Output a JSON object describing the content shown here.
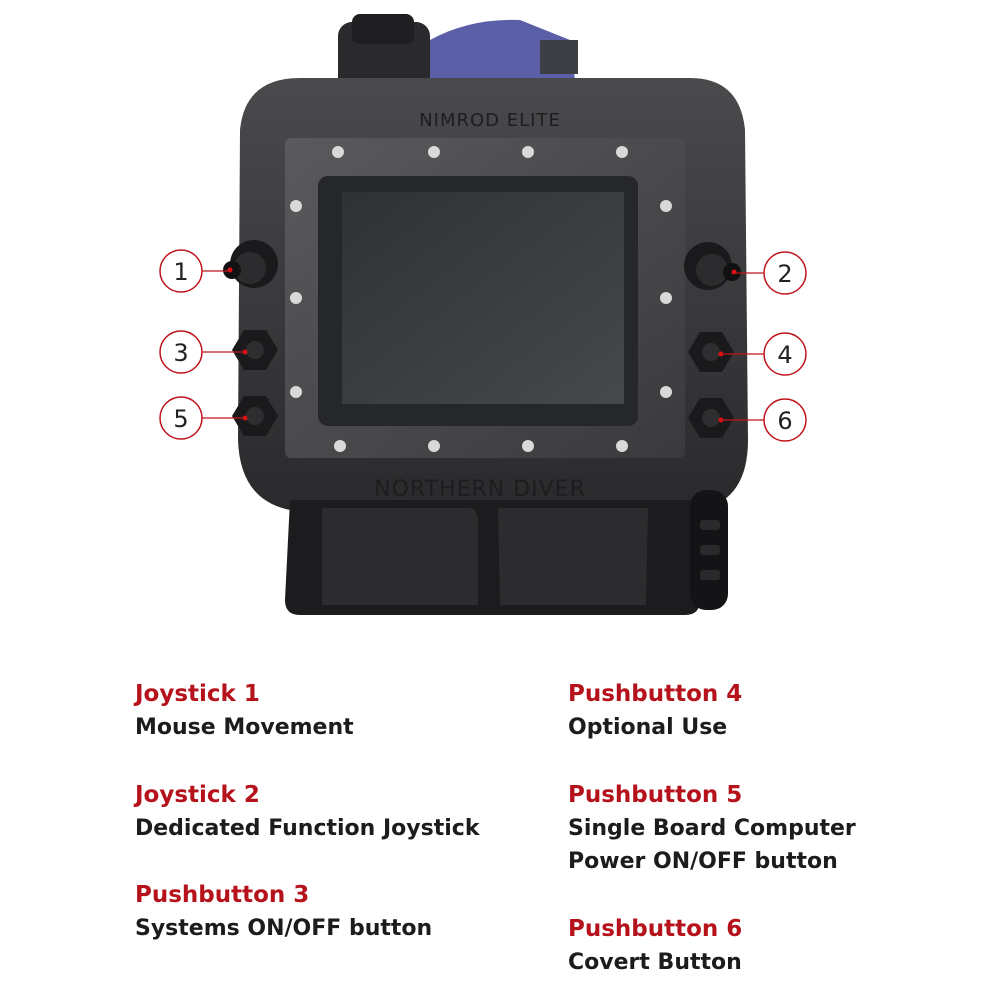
{
  "device": {
    "brand_top": "NIMROD ELITE",
    "brand_bottom": "NORTHERN DIVER",
    "colors": {
      "housing": "#3a3a3c",
      "housing_dark": "#1f1f21",
      "screen": "#3d4042",
      "accent_blue": "#5a5fa8",
      "callout_line": "#c0141c"
    }
  },
  "callouts": [
    {
      "num": "1",
      "side": "left"
    },
    {
      "num": "2",
      "side": "right"
    },
    {
      "num": "3",
      "side": "left"
    },
    {
      "num": "4",
      "side": "right"
    },
    {
      "num": "5",
      "side": "left"
    },
    {
      "num": "6",
      "side": "right"
    }
  ],
  "legend": [
    {
      "title": "Joystick 1",
      "desc": "Mouse Movement"
    },
    {
      "title": "Joystick 2",
      "desc": "Dedicated Function Joystick"
    },
    {
      "title": "Pushbutton 3",
      "desc": "Systems ON/OFF button"
    },
    {
      "title": "Pushbutton 4",
      "desc": "Optional Use"
    },
    {
      "title": "Pushbutton 5",
      "desc": "Single Board Computer\nPower ON/OFF button"
    },
    {
      "title": "Pushbutton 6",
      "desc": "Covert Button"
    }
  ]
}
